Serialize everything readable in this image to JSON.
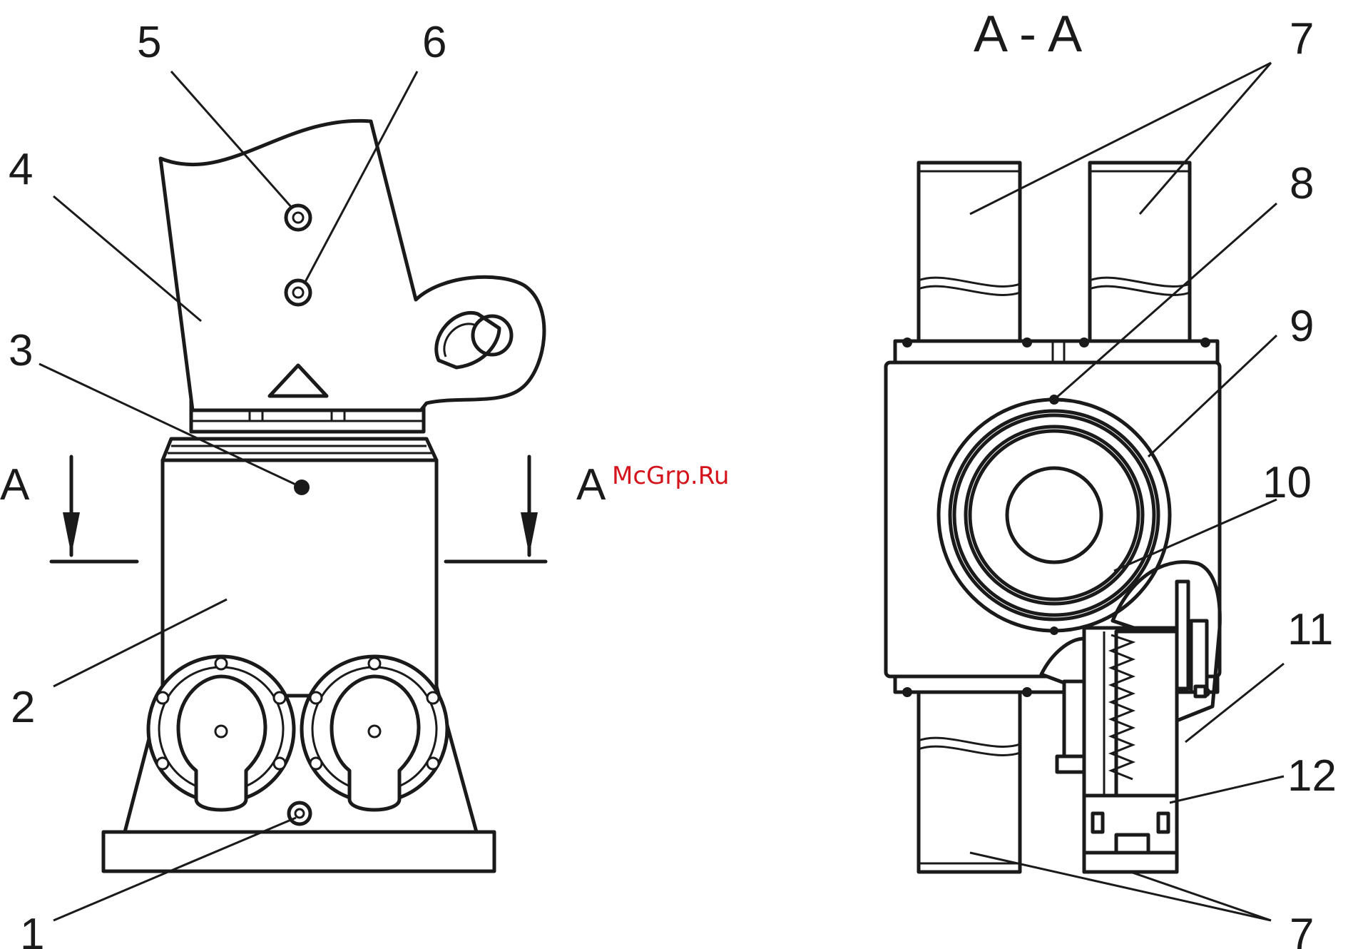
{
  "section_title": "A - A",
  "section_marks": {
    "left": "A",
    "right": "A"
  },
  "watermark": "McGrp.Ru",
  "callouts": {
    "n1": "1",
    "n2": "2",
    "n3": "3",
    "n4": "4",
    "n5": "5",
    "n6": "6",
    "n7_top": "7",
    "n7_bottom": "7",
    "n8": "8",
    "n9": "9",
    "n10": "10",
    "n11": "11",
    "n12": "12"
  },
  "colors": {
    "ink": "#1a1a1a",
    "watermark": "#d4141c",
    "background": "#ffffff"
  }
}
